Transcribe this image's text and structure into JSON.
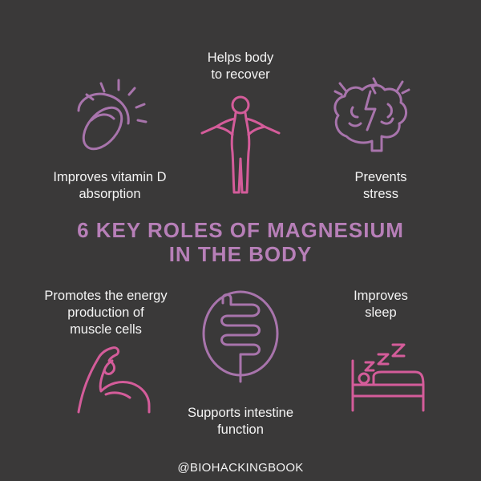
{
  "title": {
    "line1": "6 KEY ROLES OF MAGNESIUM",
    "line2": "IN THE BODY"
  },
  "roles": [
    {
      "line1": "Helps body",
      "line2": "to recover",
      "icon": "human-body-icon"
    },
    {
      "line1": "Improves vitamin D",
      "line2": "absorption",
      "icon": "sun-capsule-icon"
    },
    {
      "line1": "Prevents",
      "line2": "stress",
      "icon": "stressed-brain-icon"
    },
    {
      "line1": "Promotes the energy",
      "line2": "production of",
      "line3": "muscle cells",
      "icon": "flexed-arm-icon"
    },
    {
      "line1": "Supports intestine",
      "line2": "function",
      "icon": "intestine-icon"
    },
    {
      "line1": "Improves",
      "line2": "sleep",
      "icon": "sleeping-bed-icon"
    }
  ],
  "handle": "@BIOHACKINGBOOK",
  "colors": {
    "background": "#3a3939",
    "title": "#b77fb8",
    "icon_purple": "#a874ac",
    "icon_pink": "#d45c9a",
    "text": "#f4f4f4"
  }
}
